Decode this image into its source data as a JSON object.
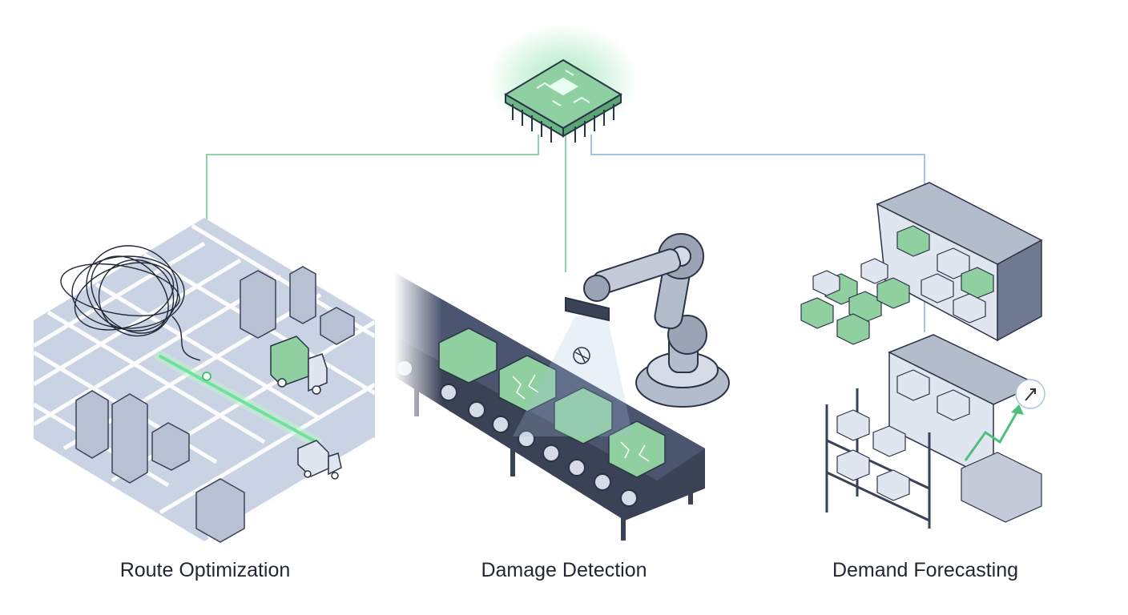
{
  "captions": {
    "route": "Route Optimization",
    "damage": "Damage Detection",
    "demand": "Demand Forecasting"
  },
  "colors": {
    "line_green": "#8fd4a8",
    "line_blue": "#a8c4e0",
    "chip_green": "#8fd0a3",
    "box_green": "#8fcfa0",
    "grid_blue": "#c9d3e3",
    "steel": "#b3bccb",
    "dark_belt": "#3a4256",
    "outline": "#2b3446"
  },
  "icons": [
    "ai-chip-icon",
    "city-grid-icon",
    "tangled-path-icon",
    "delivery-truck-icon",
    "conveyor-belt-icon",
    "robotic-arm-icon",
    "camera-scanner-icon",
    "warehouse-shelf-icon",
    "trend-arrow-icon"
  ]
}
